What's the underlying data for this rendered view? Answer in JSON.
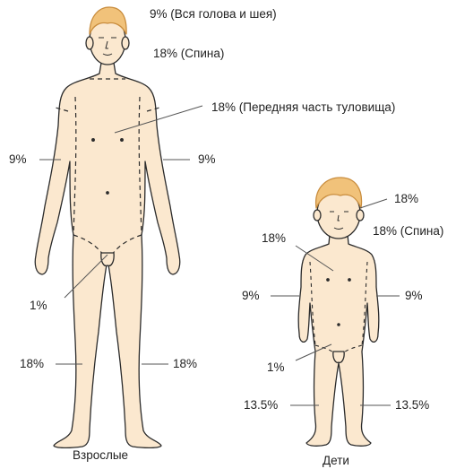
{
  "adult": {
    "head": "9% (Вся голова и шея)",
    "back": "18% (Спина)",
    "front": "18% (Передняя часть туловища)",
    "left_arm": "9%",
    "right_arm": "9%",
    "groin": "1%",
    "left_leg": "18%",
    "right_leg": "18%",
    "caption": "Взрослые"
  },
  "child": {
    "head": "18%",
    "back": "18% (Спина)",
    "front": "18%",
    "left_arm": "9%",
    "right_arm": "9%",
    "groin": "1%",
    "left_leg": "13.5%",
    "right_leg": "13.5%",
    "caption": "Дети"
  },
  "colors": {
    "skin": "#fbe8cf",
    "outline": "#2b2b2b",
    "hair": "#f1c27a",
    "hair_shade": "#d89a45",
    "leader": "#555555"
  }
}
